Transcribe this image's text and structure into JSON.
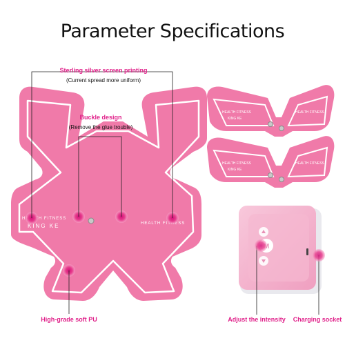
{
  "title": "Parameter Specifications",
  "callouts": {
    "screen_printing": {
      "label": "Sterling silver screen printing",
      "note": "(Current spread more uniform)"
    },
    "buckle": {
      "label": "Buckle design",
      "note": "(Remove the glue trouble)"
    },
    "soft_pu": {
      "label": "High-grade soft PU"
    },
    "intensity": {
      "label": "Adjust the intensity"
    },
    "charging": {
      "label": "Charging socket"
    }
  },
  "pad_print": {
    "large_left": "HEALTH FITNESS",
    "large_left_sub": "KING KE",
    "large_right": "HEALTH FITNESS",
    "small_left": "HEALTH FITNESS",
    "small_left_sub": "KING KE",
    "small_right": "HEALTH FITNESS"
  },
  "controller": {
    "mode_button": "M"
  },
  "colors": {
    "pad": "#f07aa9",
    "pad_edge": "#ffffff",
    "accent": "#e0218a",
    "controller": "#f3b6cf"
  }
}
